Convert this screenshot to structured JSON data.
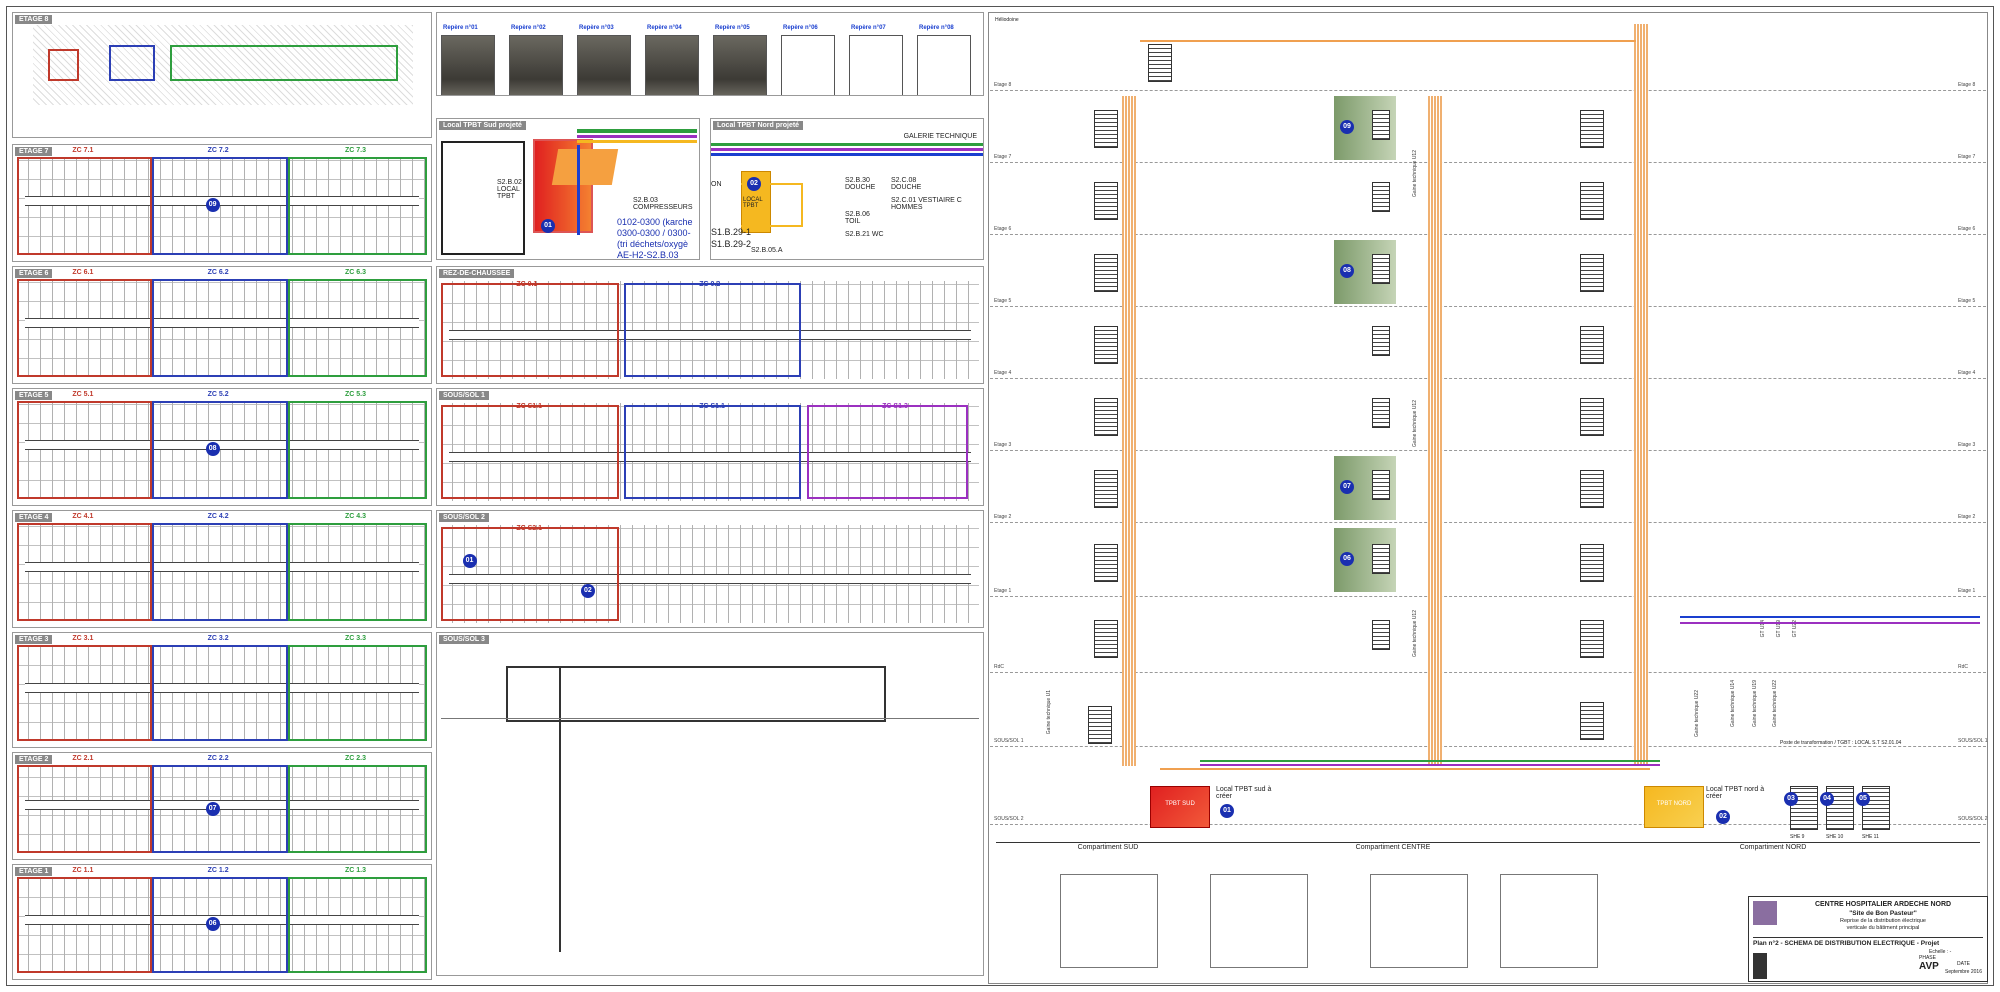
{
  "floors_left": [
    {
      "label": "ETAGE 8",
      "zones": []
    },
    {
      "label": "ETAGE 7",
      "zones": [
        "ZC 7.1",
        "ZC 7.2",
        "ZC 7.3"
      ],
      "badge": "09"
    },
    {
      "label": "ETAGE 6",
      "zones": [
        "ZC 6.1",
        "ZC 6.2",
        "ZC 6.3"
      ]
    },
    {
      "label": "ETAGE 5",
      "zones": [
        "ZC 5.1",
        "ZC 5.2",
        "ZC 5.3"
      ],
      "badge": "08"
    },
    {
      "label": "ETAGE 4",
      "zones": [
        "ZC 4.1",
        "ZC 4.2",
        "ZC 4.3"
      ]
    },
    {
      "label": "ETAGE 3",
      "zones": [
        "ZC 3.1",
        "ZC 3.2",
        "ZC 3.3"
      ]
    },
    {
      "label": "ETAGE 2",
      "zones": [
        "ZC 2.1",
        "ZC 2.2",
        "ZC 2.3"
      ],
      "badge": "07"
    },
    {
      "label": "ETAGE 1",
      "zones": [
        "ZC 1.1",
        "ZC 1.2",
        "ZC 1.3"
      ],
      "badge": "06"
    }
  ],
  "reperes": [
    "Repère n°01",
    "Repère n°02",
    "Repère n°03",
    "Repère n°04",
    "Repère n°05",
    "Repère n°06",
    "Repère n°07",
    "Repère n°08"
  ],
  "local_sud": {
    "title": "Local TPBT Sud projeté",
    "room1": "S2.B.02 LOCAL TPBT",
    "room2": "S2.B.03 COMPRESSEURS",
    "badge": "01",
    "lines": [
      "0102-0300 (karche",
      "0300-0300 / 0300-",
      "(tri déchets/oxygè",
      "AE-H2-S2.B.03"
    ]
  },
  "local_nord": {
    "title": "Local TPBT Nord projeté",
    "galerie": "GALERIE TECHNIQUE",
    "badge": "02",
    "room1": "S2.B.30 DOUCHE",
    "room2": "S2.C.08 DOUCHE",
    "room3": "S2.C.01 VESTIAIRE C HOMMES",
    "room4": "S2.B.06 TOIL",
    "room5": "S2.B.21 WC",
    "room6": "S2.B.05.A",
    "local": "LOCAL TPBT",
    "tags": [
      "S1.B.29-1",
      "S1.B.29-2"
    ],
    "on": "ON"
  },
  "plans_mid": [
    {
      "label": "REZ-DE-CHAUSSEE",
      "zones": [
        "ZC 0.1",
        "ZC 0.2"
      ]
    },
    {
      "label": "SOUS/SOL 1",
      "zones": [
        "ZC S1.1",
        "ZC S1.1",
        "ZC S1.3"
      ]
    },
    {
      "label": "SOUS/SOL 2",
      "zones": [
        "ZC S2.1"
      ],
      "badges": [
        "01",
        "02"
      ]
    },
    {
      "label": "SOUS/SOL 3",
      "zones": []
    }
  ],
  "schema": {
    "top_left": "Héliodoine",
    "floors": [
      "Etage 8",
      "Etage 7",
      "Etage 6",
      "Etage 5",
      "Etage 4",
      "Etage 3",
      "Etage 2",
      "Etage 1",
      "RdC",
      "SOUS/SOL 1",
      "SOUS/SOL 2"
    ],
    "green_badges": [
      "09",
      "08",
      "07",
      "06"
    ],
    "gaines": [
      "Gaine technique U12",
      "Gaine technique U12",
      "Gaine technique U12",
      "Gaine technique U1",
      "Gaine technique U22",
      "GT U14",
      "GT U19",
      "GT U22",
      "Gaine technique U14",
      "Gaine technique U19",
      "Gaine technique U22"
    ],
    "tpbt_sud": "TPBT SUD",
    "tpbt_nord": "TPBT NORD",
    "local_sud_txt": "Local TPBT sud à créer",
    "local_nord_txt": "Local TPBT nord à créer",
    "badge_sud": "01",
    "badge_nord": "02",
    "shes": [
      {
        "n": "03",
        "l": "SHE 9"
      },
      {
        "n": "04",
        "l": "SHE 10"
      },
      {
        "n": "05",
        "l": "SHE 11"
      }
    ],
    "poste": "Poste de transformation / TGBT : LOCAL S.T S2.01.04",
    "compartments": [
      "Compartiment SUD",
      "Compartiment CENTRE",
      "Compartiment NORD"
    ]
  },
  "cartouche": {
    "org": "CENTRE HOSPITALIER ARDECHE NORD",
    "site": "\"Site de Bon Pasteur\"",
    "desc1": "Reprise de la distribution électrique",
    "desc2": "verticale du bâtiment principal",
    "plan": "Plan n°2 - SCHEMA DE DISTRIBUTION ELECTRIQUE - Projet",
    "phase_lbl": "PHASE",
    "phase": "AVP",
    "echelle": "Echelle : -",
    "date_lbl": "DATE",
    "date": "Septembre 2016"
  },
  "colors": {
    "z1": "#c0392b",
    "z2": "#2c3fb5",
    "z3": "#2e9e3e",
    "orange": "#f0a050",
    "red": "#e02020",
    "yellow": "#f5b820",
    "purple": "#9b30c0",
    "green_block": "#7c9a6a"
  }
}
